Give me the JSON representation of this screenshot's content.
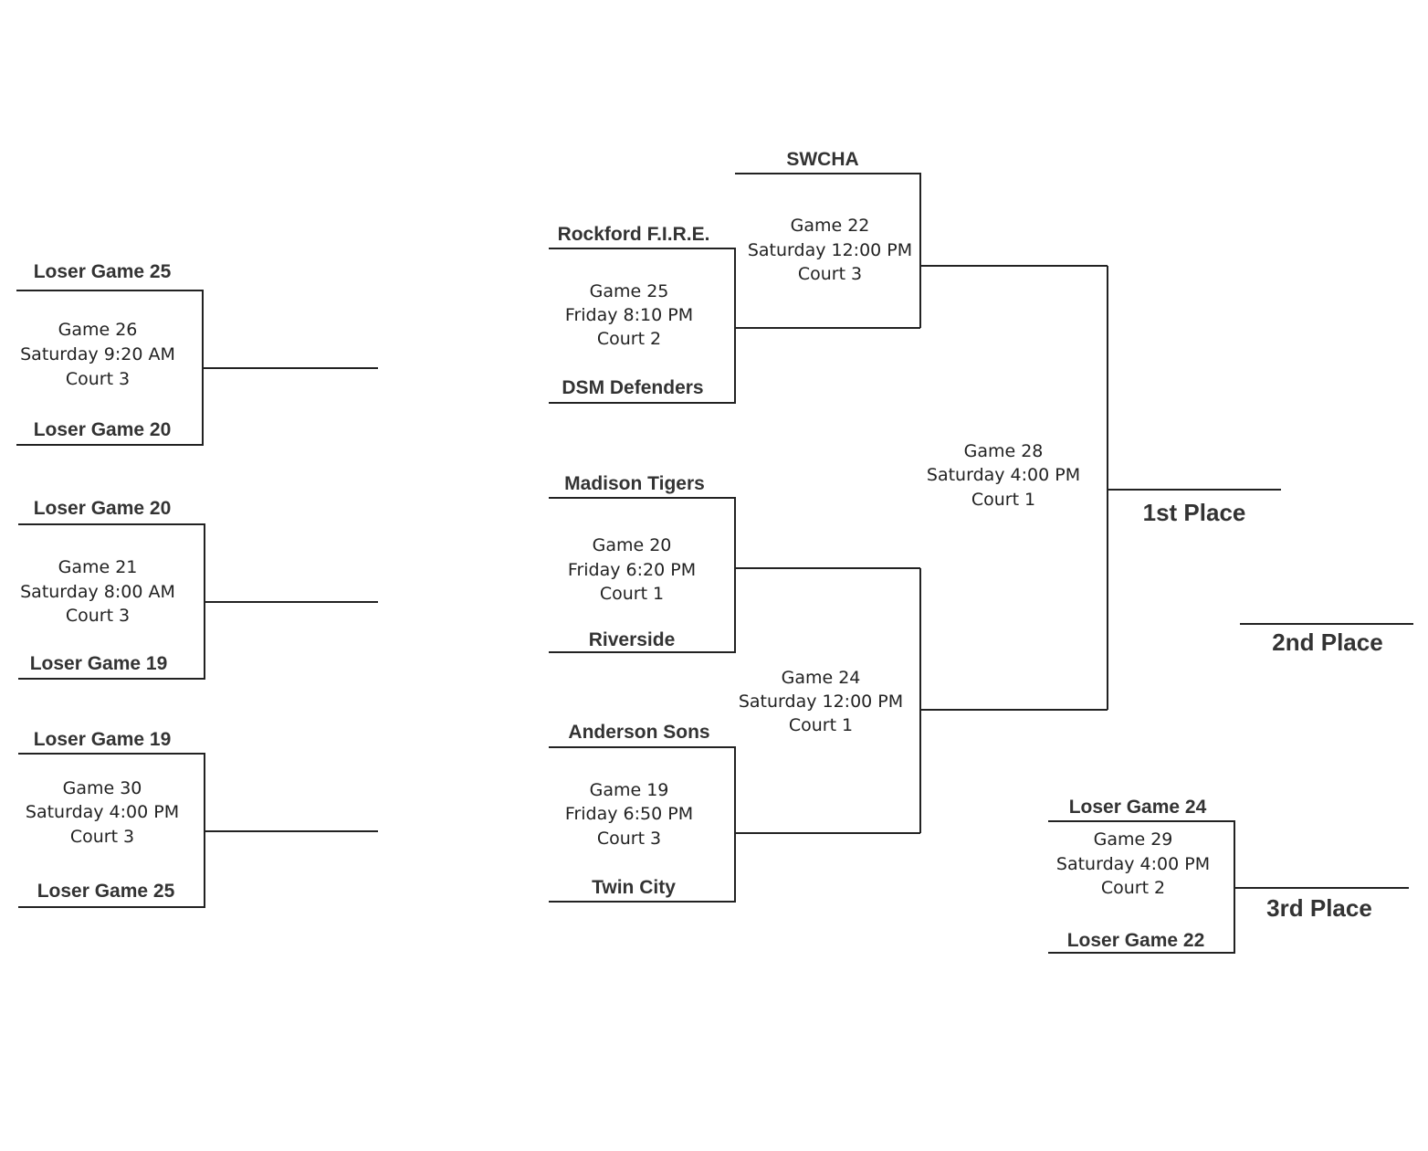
{
  "games": [
    {
      "id": "g26",
      "lines": [
        "Game 26",
        "Saturday 9:20 AM",
        "Court 3"
      ],
      "top": "Loser Game 25",
      "bottom": "Loser Game 20"
    },
    {
      "id": "g21",
      "lines": [
        "Game 21",
        "Saturday 8:00 AM",
        "Court 3"
      ],
      "top": "Loser Game 20",
      "bottom": "Loser Game 19"
    },
    {
      "id": "g30",
      "lines": [
        "Game 30",
        "Saturday 4:00 PM",
        "Court 3"
      ],
      "top": "Loser Game 19",
      "bottom": "Loser Game 25"
    },
    {
      "id": "g25",
      "lines": [
        "Game 25",
        "Friday 8:10 PM",
        "Court 2"
      ],
      "top": "Rockford F.I.R.E.",
      "bottom": "DSM Defenders"
    },
    {
      "id": "g20",
      "lines": [
        "Game 20",
        "Friday 6:20 PM",
        "Court 1"
      ],
      "top": "Madison Tigers",
      "bottom": "Riverside"
    },
    {
      "id": "g19",
      "lines": [
        "Game 19",
        "Friday 6:50 PM",
        "Court 3"
      ],
      "top": "Anderson Sons",
      "bottom": "Twin City"
    },
    {
      "id": "g22",
      "lines": [
        "Game 22",
        "Saturday 12:00 PM",
        "Court 3"
      ],
      "top": "SWCHA",
      "bottom": ""
    },
    {
      "id": "g24",
      "lines": [
        "Game 24",
        "Saturday 12:00 PM",
        "Court 1"
      ],
      "top": "",
      "bottom": ""
    },
    {
      "id": "g28",
      "lines": [
        "Game 28",
        "Saturday 4:00 PM",
        "Court 1"
      ],
      "top": "",
      "bottom": ""
    },
    {
      "id": "g29",
      "lines": [
        "Game 29",
        "Saturday 4:00 PM",
        "Court 2"
      ],
      "top": "Loser Game  24",
      "bottom": "Loser Game  22"
    }
  ],
  "places": {
    "first": "1st Place",
    "second": "2nd Place",
    "third": "3rd Place"
  }
}
